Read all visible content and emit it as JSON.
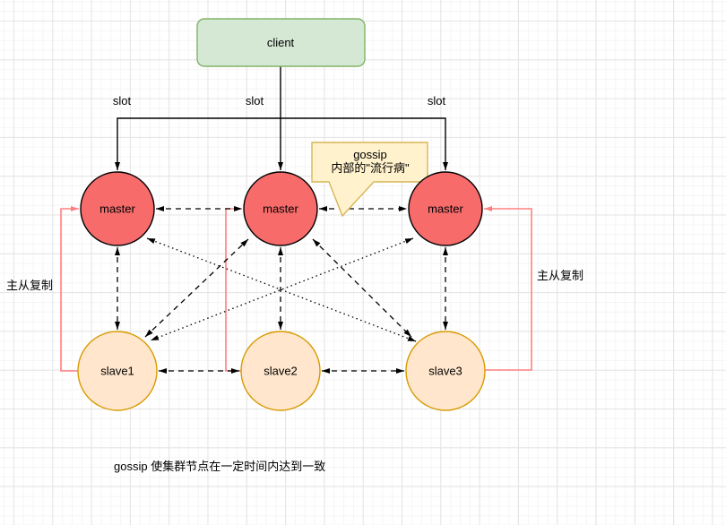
{
  "client": {
    "label": "client"
  },
  "slot_labels": [
    "slot",
    "slot",
    "slot"
  ],
  "masters": [
    {
      "label": "master"
    },
    {
      "label": "master"
    },
    {
      "label": "master"
    }
  ],
  "slaves": [
    {
      "label": "slave1"
    },
    {
      "label": "slave2"
    },
    {
      "label": "slave3"
    }
  ],
  "callout": {
    "line1": "gossip",
    "line2": "内部的\"流行病\""
  },
  "labels": {
    "replication_left": "主从复制",
    "replication_right": "主从复制"
  },
  "caption": "gossip 使集群节点在一定时间内达到一致",
  "colors": {
    "client_fill": "#d5e8d4",
    "client_border": "#82b366",
    "master_fill": "#f76b6b",
    "master_border": "#000000",
    "slave_fill": "#ffe6cc",
    "slave_border": "#d79b00",
    "callout_fill": "#fff2cc",
    "callout_border": "#d6b656",
    "replication_line": "#ff8080",
    "edge_line": "#000000"
  }
}
